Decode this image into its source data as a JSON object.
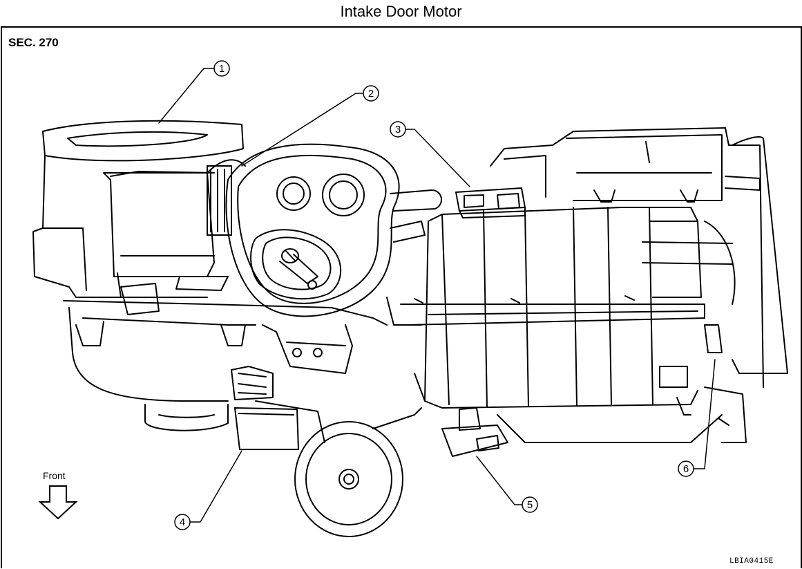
{
  "title": "Intake Door Motor",
  "section": "SEC. 270",
  "figure_id": "LBIA0415E",
  "orientation": {
    "label": "Front",
    "arrow_icon": "down-arrow-icon"
  },
  "callouts": [
    "1",
    "2",
    "3",
    "4",
    "5",
    "6"
  ]
}
